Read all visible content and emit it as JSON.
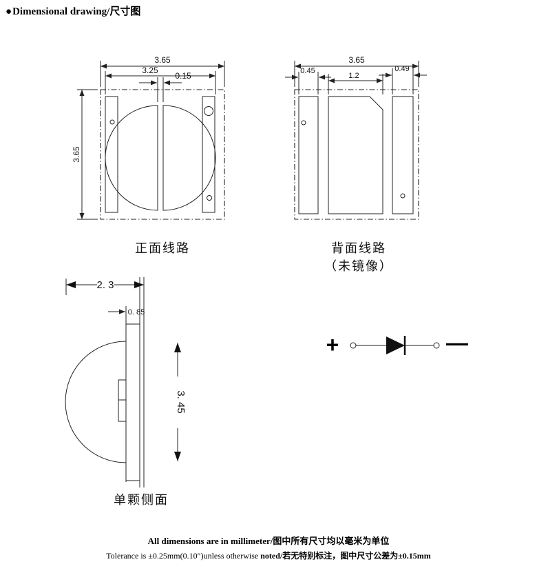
{
  "header": {
    "bullet_icon": "●",
    "title": "Dimensional drawing/尺寸图"
  },
  "front_view": {
    "label": "正面线路",
    "dims": {
      "width_total": "3.65",
      "width_inner": "3.25",
      "gap": "0.15",
      "height_total": "3.65"
    }
  },
  "back_view": {
    "label": "背面线路",
    "sublabel": "（未镜像）",
    "dims": {
      "width_total": "3.65",
      "pad_left": "0.45",
      "pad_middle": "1.2",
      "pad_right": "0.49"
    }
  },
  "side_view": {
    "label": "单颗侧面",
    "dims": {
      "width_total": "2. 3",
      "body_thickness": "0. 85",
      "height_total": "3. 45"
    }
  },
  "polarity_symbol": {
    "plus": "+",
    "minus": "—"
  },
  "footer": {
    "line1": "All dimensions are in millimeter/图中所有尺寸均以毫米为单位",
    "line2_normal": "Tolerance is ±0.25mm(0.10″)unless otherwise ",
    "line2_bold": "noted/若无特别标注，图中尺寸公差为±0.15mm"
  }
}
